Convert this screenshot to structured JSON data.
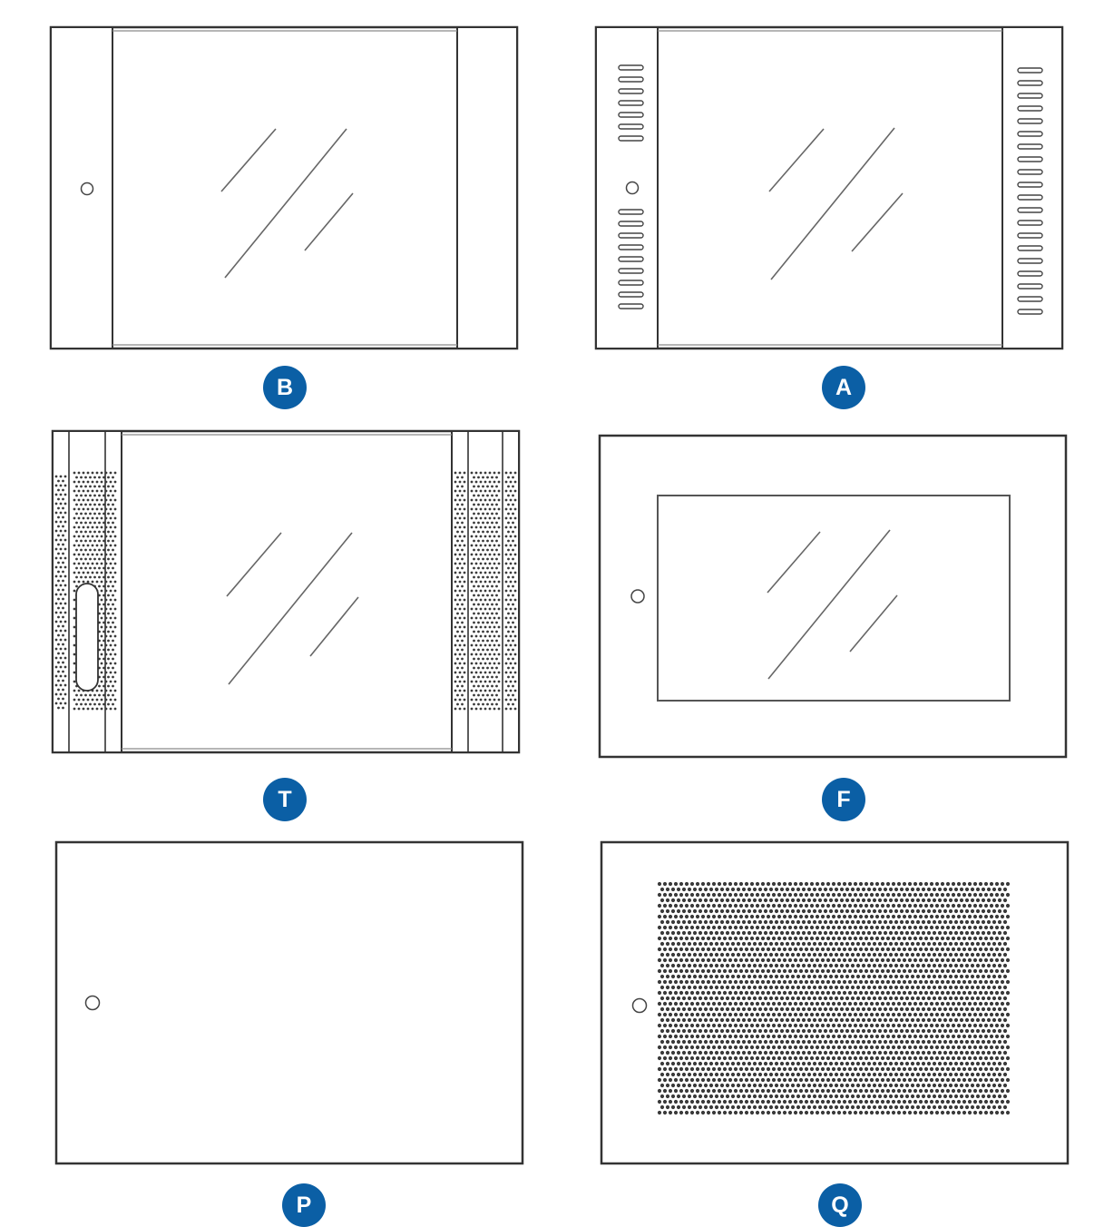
{
  "colors": {
    "outline": "#333333",
    "inner_line": "#8a8a8a",
    "glass": "#666666",
    "perforation": "#3a3a3a",
    "badge_fill": "#0b5fa5",
    "badge_text": "#ffffff",
    "background": "#ffffff"
  },
  "doors": [
    {
      "label": "B",
      "style": "glass door with plain side frames and lock"
    },
    {
      "label": "A",
      "style": "glass door with slotted side frames and lock"
    },
    {
      "label": "T",
      "style": "glass door with perforated side frames and handle"
    },
    {
      "label": "F",
      "style": "steel frame with inset glass panel and lock"
    },
    {
      "label": "P",
      "style": "solid steel door with lock"
    },
    {
      "label": "Q",
      "style": "perforated steel door with lock"
    }
  ]
}
